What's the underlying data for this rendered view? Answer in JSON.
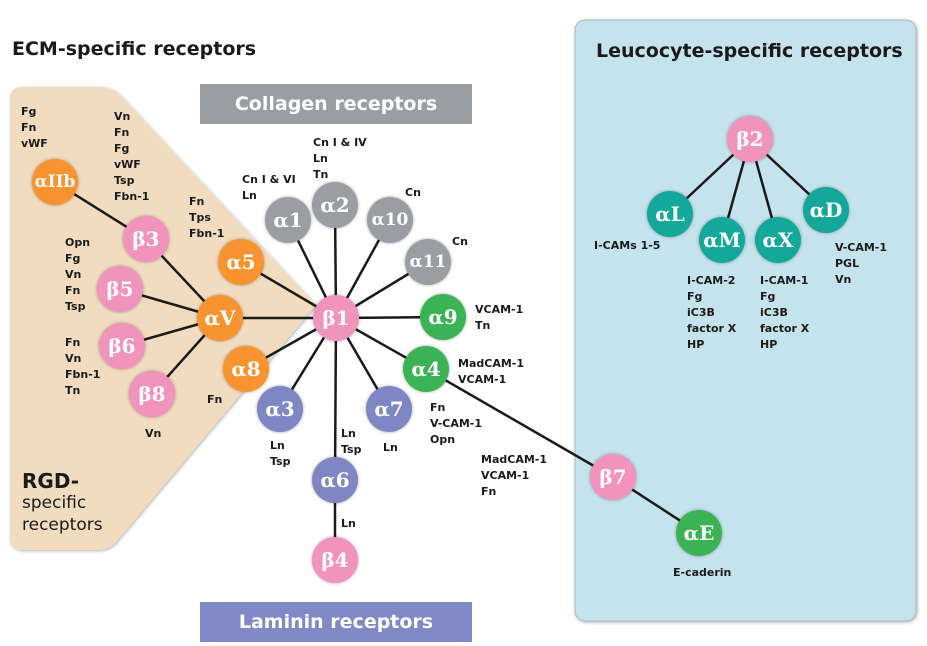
{
  "colors": {
    "beta": "#f094be",
    "alpha_rgd": "#f7942f",
    "alpha_collagen": "#9a9ea2",
    "alpha_laminin": "#7f86c4",
    "alpha_green": "#3bb254",
    "alpha_teal": "#13a89a",
    "rgd_panel": "#f2dcc0",
    "leuco_panel": "#c5e3ec",
    "collagen_banner": "#9a9ea2",
    "laminin_banner": "#8088c6",
    "edge": "#1a1a1a"
  },
  "titles": {
    "ecm": "ECM-specific receptors",
    "leucocyte": "Leucocyte-specific receptors",
    "rgd_line1": "RGD-",
    "rgd_line2": "specific",
    "rgd_line3": "receptors",
    "collagen": "Collagen receptors",
    "laminin": "Laminin receptors"
  },
  "nodes": [
    {
      "id": "aIIb",
      "label": "αIIb",
      "group": "alpha_rgd"
    },
    {
      "id": "b3",
      "label": "β3",
      "group": "beta"
    },
    {
      "id": "b5",
      "label": "β5",
      "group": "beta"
    },
    {
      "id": "b6",
      "label": "β6",
      "group": "beta"
    },
    {
      "id": "b8",
      "label": "β8",
      "group": "beta"
    },
    {
      "id": "aV",
      "label": "αV",
      "group": "alpha_rgd"
    },
    {
      "id": "a5",
      "label": "α5",
      "group": "alpha_rgd"
    },
    {
      "id": "a8",
      "label": "α8",
      "group": "alpha_rgd"
    },
    {
      "id": "a1",
      "label": "α1",
      "group": "alpha_collagen"
    },
    {
      "id": "a2",
      "label": "α2",
      "group": "alpha_collagen"
    },
    {
      "id": "a10",
      "label": "α10",
      "group": "alpha_collagen"
    },
    {
      "id": "a11",
      "label": "α11",
      "group": "alpha_collagen"
    },
    {
      "id": "b1",
      "label": "β1",
      "group": "beta"
    },
    {
      "id": "a9",
      "label": "α9",
      "group": "alpha_green"
    },
    {
      "id": "a4",
      "label": "α4",
      "group": "alpha_green"
    },
    {
      "id": "a3",
      "label": "α3",
      "group": "alpha_laminin"
    },
    {
      "id": "a7",
      "label": "α7",
      "group": "alpha_laminin"
    },
    {
      "id": "a6",
      "label": "α6",
      "group": "alpha_laminin"
    },
    {
      "id": "b4",
      "label": "β4",
      "group": "beta"
    },
    {
      "id": "b7",
      "label": "β7",
      "group": "beta"
    },
    {
      "id": "aE",
      "label": "αE",
      "group": "alpha_green"
    },
    {
      "id": "b2",
      "label": "β2",
      "group": "beta"
    },
    {
      "id": "aL",
      "label": "αL",
      "group": "alpha_teal"
    },
    {
      "id": "aM",
      "label": "αM",
      "group": "alpha_teal"
    },
    {
      "id": "aX",
      "label": "αX",
      "group": "alpha_teal"
    },
    {
      "id": "aD",
      "label": "αD",
      "group": "alpha_teal"
    }
  ],
  "edges": [
    [
      "aIIb",
      "b3"
    ],
    [
      "b3",
      "aV"
    ],
    [
      "b5",
      "aV"
    ],
    [
      "b6",
      "aV"
    ],
    [
      "b8",
      "aV"
    ],
    [
      "aV",
      "b1"
    ],
    [
      "a5",
      "b1"
    ],
    [
      "a8",
      "b1"
    ],
    [
      "a1",
      "b1"
    ],
    [
      "a2",
      "b1"
    ],
    [
      "a10",
      "b1"
    ],
    [
      "a11",
      "b1"
    ],
    [
      "a9",
      "b1"
    ],
    [
      "a4",
      "b1"
    ],
    [
      "a3",
      "b1"
    ],
    [
      "a7",
      "b1"
    ],
    [
      "a6",
      "b1"
    ],
    [
      "a6",
      "b4"
    ],
    [
      "a4",
      "b7"
    ],
    [
      "b7",
      "aE"
    ],
    [
      "b2",
      "aL"
    ],
    [
      "b2",
      "aM"
    ],
    [
      "b2",
      "aX"
    ],
    [
      "b2",
      "aD"
    ]
  ],
  "ligands": {
    "aIIb": "Fg\nFn\nvWF",
    "b3": "Vn\nFn\nFg\nvWF\nTsp\nFbn-1",
    "b5": "Opn\nFg\nVn\nFn\nTsp",
    "b6": "Fn\nVn\nFbn-1\nTn",
    "b8": "Vn",
    "a5": "Fn\nTps\nFbn-1",
    "a8": "Fn",
    "a1": "Cn I & VI\nLn",
    "a2": "Cn I & IV\nLn\nTn",
    "a10": "Cn",
    "a11": "Cn",
    "a9": "VCAM-1\nTn",
    "a4_right": "MadCAM-1\nVCAM-1",
    "a4_below": "Fn\nV-CAM-1\nOpn",
    "a3": "Ln\nTsp",
    "a7": "Ln",
    "a6": "Ln\nTsp",
    "a6_b4_edge": "Ln",
    "a4_b7_edge": "MadCAM-1\nVCAM-1\nFn",
    "aE": "E-caderin",
    "aL": "I-CAMs 1-5",
    "aM": "I-CAM-2\nFg\niC3B\nfactor X\nHP",
    "aX": "I-CAM-1\nFg\niC3B\nfactor X\nHP",
    "aD": "V-CAM-1\nPGL\nVn"
  }
}
